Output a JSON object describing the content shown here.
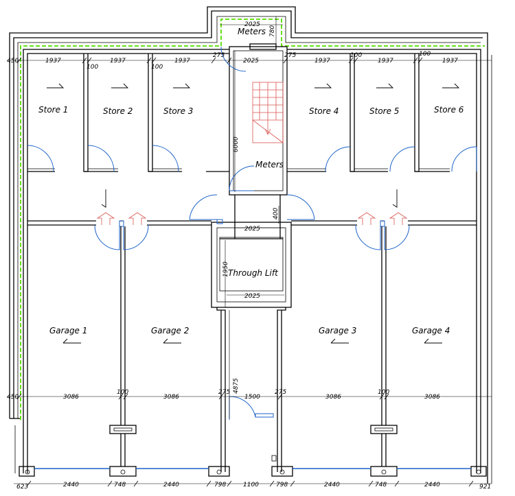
{
  "rooms": {
    "meters_top": "Meters",
    "meters_mid": "Meters",
    "store1": "Store  1",
    "store2": "Store  2",
    "store3": "Store  3",
    "store4": "Store  4",
    "store5": "Store  5",
    "store6": "Store  6",
    "lift": "Through  Lift",
    "garage1": "Garage  1",
    "garage2": "Garage  2",
    "garage3": "Garage  3",
    "garage4": "Garage  4"
  },
  "dimensions": {
    "top_2025": "2025",
    "top_780": "780",
    "row_450": "450",
    "store_1937_a": "1937",
    "store_100_a": "100",
    "store_1937_b": "1937",
    "store_100_b": "100",
    "store_1937_c": "1937",
    "core_275_a": "275",
    "core_2025": "2025",
    "core_275_b": "275",
    "store_1937_d": "1937",
    "store_100_c": "100",
    "store_1937_e": "1937",
    "store_100_d": "100",
    "store_1937_f": "1937",
    "core_6000": "6000",
    "core_400": "400",
    "lift_2025_top": "2025",
    "lift_1950": "1950",
    "lift_2025_bottom": "2025",
    "low_450": "450",
    "gar_3086_a": "3086",
    "gar_100_a": "100",
    "gar_3086_b": "3086",
    "low_275_a": "275",
    "low_4875": "4875",
    "low_1500": "1500",
    "low_275_b": "275",
    "gar_3086_c": "3086",
    "gar_100_b": "100",
    "gar_3086_d": "3086",
    "bot_623": "623",
    "bot_2440_a": "2440",
    "bot_748_a": "748",
    "bot_2440_b": "2440",
    "bot_798_a": "798",
    "bot_1100": "1100",
    "bot_798_b": "798",
    "bot_2440_c": "2440",
    "bot_748_b": "748",
    "bot_2440_d": "2440",
    "bot_921": "921"
  },
  "colors": {
    "walls": "#000000",
    "doors": "#1b62c9",
    "stairs": "#d9534f",
    "boundary": "#66e01a"
  }
}
